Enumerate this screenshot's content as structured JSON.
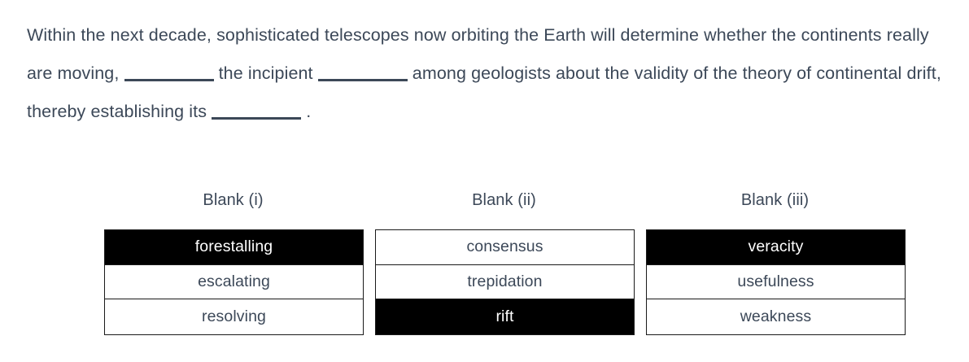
{
  "question": {
    "stem_segments": [
      {
        "type": "text",
        "value": "Within the next decade, sophisticated telescopes now orbiting the Earth will determine whether the continents really are moving, "
      },
      {
        "type": "blank",
        "value": "__________"
      },
      {
        "type": "text",
        "value": " the incipient "
      },
      {
        "type": "blank",
        "value": "__________"
      },
      {
        "type": "text",
        "value": " among geologists about the validity of the theory of continental drift, thereby establishing its "
      },
      {
        "type": "blank",
        "value": "__________"
      },
      {
        "type": "text",
        "value": " ."
      }
    ],
    "full_text": "Within the next decade, sophisticated telescopes now orbiting the Earth will determine whether the continents really are moving, __________ the incipient __________ among geologists about the validity of the theory of continental drift, thereby establishing its __________ ."
  },
  "blanks": [
    {
      "label": "Blank (i)",
      "options": [
        {
          "text": "forestalling",
          "selected": true
        },
        {
          "text": "escalating",
          "selected": false
        },
        {
          "text": "resolving",
          "selected": false
        }
      ]
    },
    {
      "label": "Blank (ii)",
      "options": [
        {
          "text": "consensus",
          "selected": false
        },
        {
          "text": "trepidation",
          "selected": false
        },
        {
          "text": "rift",
          "selected": true
        }
      ]
    },
    {
      "label": "Blank (iii)",
      "options": [
        {
          "text": "veracity",
          "selected": true
        },
        {
          "text": "usefulness",
          "selected": false
        },
        {
          "text": "weakness",
          "selected": false
        }
      ]
    }
  ],
  "colors": {
    "page_background": "#ffffff",
    "text": "#3c4858",
    "selected_background": "#000000",
    "selected_text": "#ffffff",
    "border": "#1a1a1a"
  }
}
